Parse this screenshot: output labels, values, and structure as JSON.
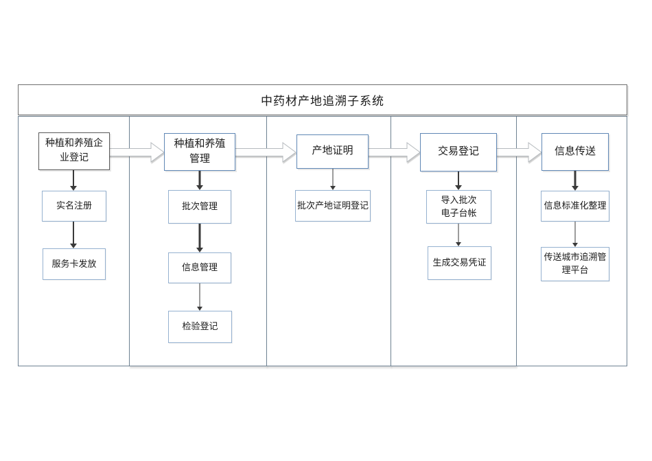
{
  "title": "中药材产地追溯子系统",
  "colors": {
    "lane_border": "#6e8192",
    "title_border": "#6f6f6f",
    "dark_box_border": "#595959",
    "top_box_border": "#5f87b5",
    "sub_box_border": "#95b1d0",
    "arrow_line": "#3a3a3a",
    "block_arrow_stroke": "#b5babe",
    "block_arrow_fill": "#fefefe"
  },
  "lanes": [
    {
      "name": "enterprise-registration",
      "top_box": {
        "label": "种植和养殖企\n业登记"
      },
      "sub_boxes": [
        {
          "label": "实名注册"
        },
        {
          "label": "服务卡发放"
        }
      ]
    },
    {
      "name": "planting-breeding-management",
      "top_box": {
        "label": "种植和养殖\n管理"
      },
      "sub_boxes": [
        {
          "label": "批次管理"
        },
        {
          "label": "信息管理"
        },
        {
          "label": "检验登记"
        }
      ]
    },
    {
      "name": "origin-certificate",
      "top_box": {
        "label": "产地证明"
      },
      "sub_boxes": [
        {
          "label": "批次产地证明登记"
        }
      ]
    },
    {
      "name": "transaction-registration",
      "top_box": {
        "label": "交易登记"
      },
      "sub_boxes": [
        {
          "label": "导入批次\n电子台帐"
        },
        {
          "label": "生成交易凭证"
        }
      ]
    },
    {
      "name": "information-transmission",
      "top_box": {
        "label": "信息传送"
      },
      "sub_boxes": [
        {
          "label": "信息标准化整理"
        },
        {
          "label": "传送城市追溯管\n理平台"
        }
      ]
    }
  ]
}
